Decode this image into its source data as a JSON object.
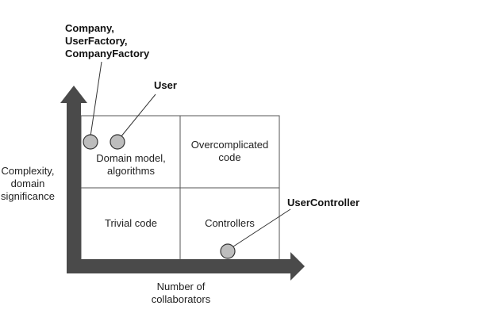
{
  "y_axis": {
    "label": "Complexity,\ndomain\nsignificance"
  },
  "x_axis": {
    "label": "Number of\ncollaborators"
  },
  "quadrants": {
    "top_left": "Domain model,\nalgorithms",
    "top_right": "Overcomplicated\ncode",
    "bottom_left": "Trivial code",
    "bottom_right": "Controllers"
  },
  "callouts": {
    "company": "Company,\nUserFactory,\nCompanyFactory",
    "user": "User",
    "user_controller": "UserController"
  },
  "colors": {
    "axis": "#4a4a4a",
    "grid": "#555555",
    "point_fill": "#bdbdbd",
    "point_stroke": "#333333"
  }
}
